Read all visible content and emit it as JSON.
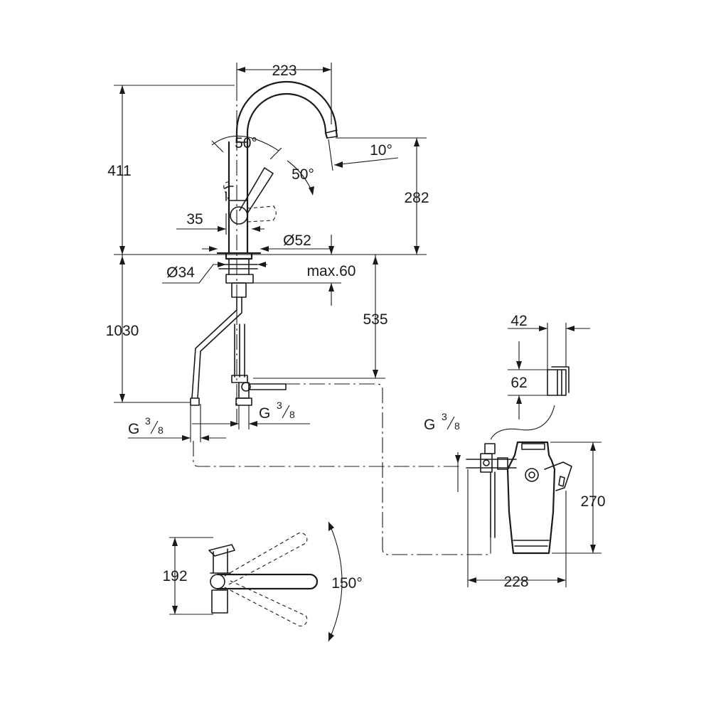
{
  "diagram": {
    "dimensions": {
      "spout_reach": "223",
      "total_height": "411",
      "handle_angle_left": "50°",
      "handle_angle_right": "50°",
      "spout_tilt": "10°",
      "spout_height": "282",
      "handle_offset": "35",
      "base_diameter": "Ø52",
      "hole_diameter": "Ø34",
      "max_deck": "max.60",
      "hose_length_front": "535",
      "hose_length": "1030",
      "filter_head_width": "42",
      "filter_head_height": "62",
      "filter_height": "270",
      "filter_width": "228",
      "plan_height": "192",
      "swivel_angle": "150°"
    },
    "threads": [
      {
        "prefix": "G",
        "num": "3",
        "den": "8"
      },
      {
        "prefix": "G",
        "num": "3",
        "den": "8"
      },
      {
        "prefix": "G",
        "num": "3",
        "den": "8"
      }
    ]
  }
}
